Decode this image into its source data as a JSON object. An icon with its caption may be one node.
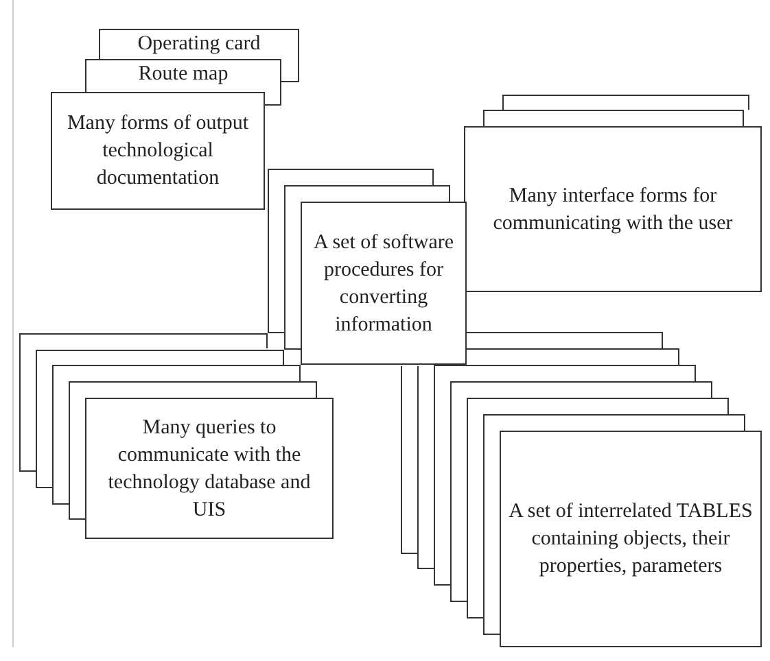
{
  "diagram": {
    "nodes": [
      {
        "text": [
          "Operating card"
        ]
      },
      {
        "text": [
          "Route map"
        ]
      },
      {
        "text": [
          "Many forms of output technological documentation"
        ]
      },
      {
        "text": [],
        "shape": "box"
      },
      {
        "text": [],
        "shape": "box"
      },
      {
        "text": [
          "Many interface forms for communicating with the user"
        ]
      },
      {
        "text": [],
        "shape": "box"
      },
      {
        "text": [],
        "shape": "box"
      },
      {
        "text": [
          "A set of software procedures for converting information"
        ]
      },
      {
        "text": [],
        "shape": "box"
      },
      {
        "text": [],
        "shape": "box"
      },
      {
        "text": [],
        "shape": "box"
      },
      {
        "text": [],
        "shape": "box"
      },
      {
        "text": [
          "Many queries to communicate with the technology database and UIS"
        ]
      },
      {
        "text": [],
        "shape": "box"
      },
      {
        "text": [],
        "shape": "box"
      },
      {
        "text": [],
        "shape": "box"
      },
      {
        "text": [],
        "shape": "box"
      },
      {
        "text": [],
        "shape": "box"
      },
      {
        "text": [],
        "shape": "box"
      },
      {
        "text": [
          "A set of interrelated TABLES containing objects, their properties, parameters"
        ]
      }
    ]
  }
}
